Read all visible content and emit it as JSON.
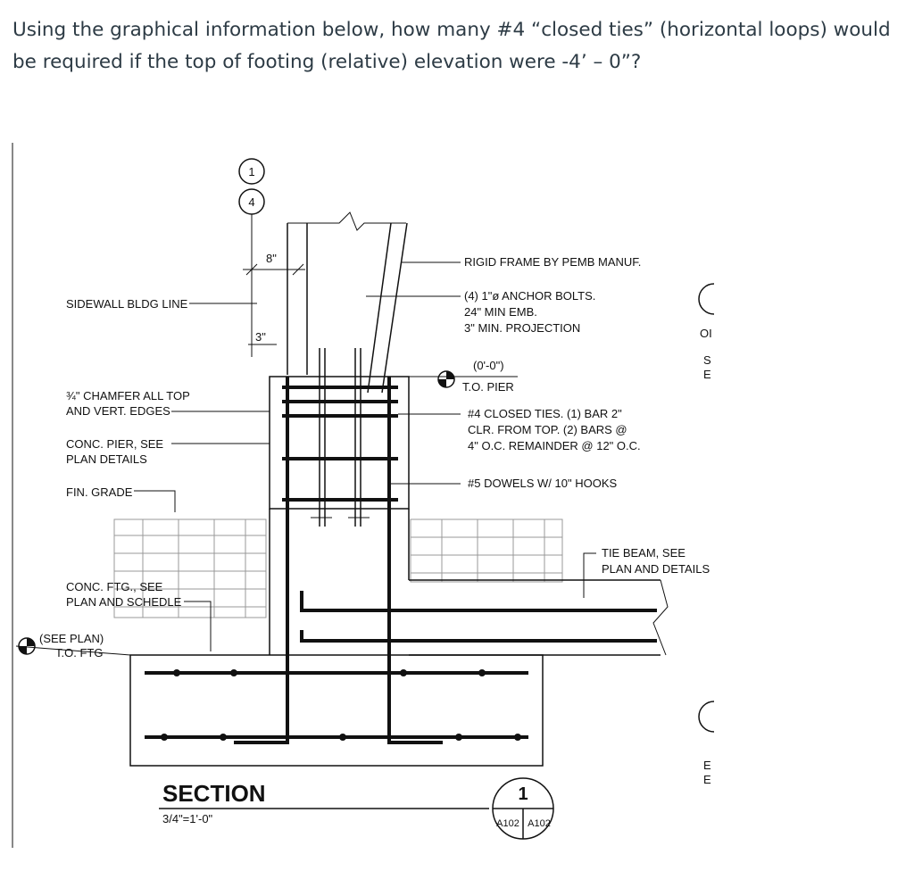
{
  "question": {
    "text": "Using the graphical information below, how many #4 “closed ties” (horizontal loops) would be required if the top of footing (relative) elevation were -4’ – 0”?"
  },
  "drawing": {
    "grid_bubble_top": "1",
    "grid_bubble_bottom": "4",
    "dim_8": "8\"",
    "dim_3": "3\"",
    "label_sidewall": "SIDEWALL BLDG LINE",
    "label_chamfer_1": "¾\" CHAMFER ALL TOP",
    "label_chamfer_2": "AND VERT. EDGES",
    "label_pier_1": "CONC. PIER, SEE",
    "label_pier_2": "PLAN DETAILS",
    "label_grade": "FIN. GRADE",
    "label_ftg_1": "CONC. FTG., SEE",
    "label_ftg_2": "PLAN AND SCHEDLE",
    "label_tofg_1": "(SEE PLAN)",
    "label_tofg_2": "T.O. FTG",
    "label_rigid": "RIGID FRAME BY PEMB MANUF.",
    "label_anchor_1": "(4) 1\"ø ANCHOR BOLTS.",
    "label_anchor_2": "24\" MIN EMB.",
    "label_anchor_3": "3\" MIN. PROJECTION",
    "label_topier_1": "(0'-0\")",
    "label_topier_2": "T.O. PIER",
    "label_ties_1": "#4 CLOSED TIES. (1) BAR 2\"",
    "label_ties_2": "CLR. FROM TOP. (2) BARS @",
    "label_ties_3": "4\" O.C. REMAINDER @ 12\" O.C.",
    "label_dowels": "#5 DOWELS W/ 10\" HOOKS",
    "label_tiebeam_1": "TIE BEAM, SEE",
    "label_tiebeam_2": "PLAN AND DETAILS",
    "edge_1": "OI",
    "edge_2": "S",
    "edge_3": "E",
    "edge_4": "E",
    "edge_5": "E",
    "section_title": "SECTION",
    "section_scale": "3/4\"=1'-0\"",
    "section_number": "1",
    "section_ref_left": "A102",
    "section_ref_right": "A102"
  }
}
